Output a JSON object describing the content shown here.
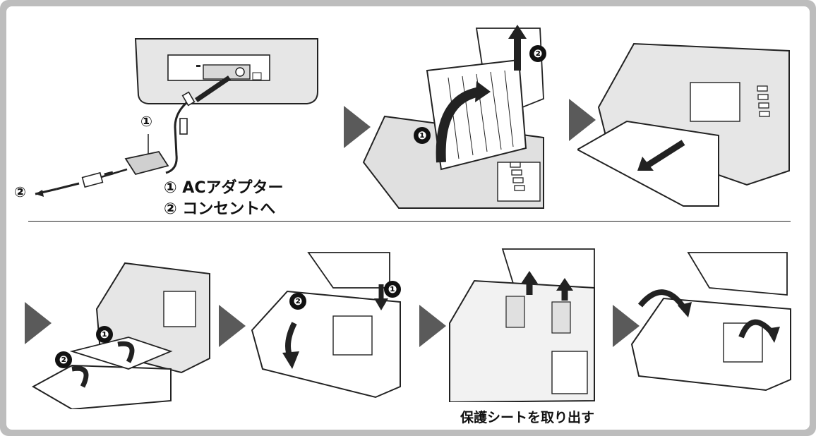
{
  "adapter_callout": {
    "num1": "①",
    "num2": "②",
    "legend_line1": "① ACアダプター",
    "legend_line2": "② コンセントへ"
  },
  "steps": {
    "b1": "❶",
    "b2": "❷"
  },
  "caption_protect_sheet": "保護シートを取り出す",
  "colors": {
    "frame": "#bdbdbd",
    "arrow": "#5a5a5a",
    "line": "#222222"
  }
}
